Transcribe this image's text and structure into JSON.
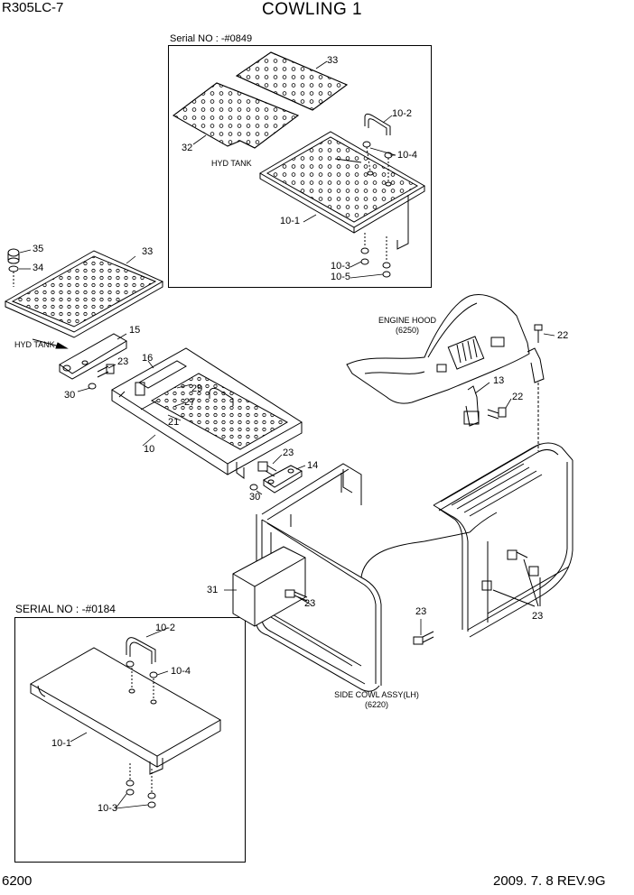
{
  "header": {
    "model": "R305LC-7",
    "title": "COWLING 1"
  },
  "footer": {
    "page": "6200",
    "revision": "2009. 7. 8  REV.9G"
  },
  "insets": {
    "top": {
      "serial": "Serial NO : -#0849",
      "hyd_tank": "HYD TANK"
    },
    "bottom": {
      "serial": "SERIAL NO : -#0184"
    }
  },
  "notes": {
    "hyd_tank": "HYD TANK",
    "engine_hood": "ENGINE HOOD",
    "engine_hood_ref": "(6250)",
    "side_cowl": "SIDE COWL ASSY(LH)",
    "side_cowl_ref": "(6220)"
  },
  "callouts": {
    "c33a": "33",
    "c32": "32",
    "c10_2a": "10-2",
    "c10_4a": "10-4",
    "c10_1a": "10-1",
    "c10_3a": "10-3",
    "c10_5": "10-5",
    "c35": "35",
    "c34": "34",
    "c33b": "33",
    "c15": "15",
    "c23a": "23",
    "c30a": "30",
    "c16": "16",
    "c29": "29",
    "c27": "27",
    "c21": "21",
    "c10": "10",
    "c23b": "23",
    "c14": "14",
    "c30b": "30",
    "c22a": "22",
    "c13": "13",
    "c22b": "22",
    "c31": "31",
    "c23c": "23",
    "c23d": "23",
    "c23e": "23",
    "c10_2b": "10-2",
    "c10_4b": "10-4",
    "c10_1b": "10-1",
    "c10_3b": "10-3"
  }
}
